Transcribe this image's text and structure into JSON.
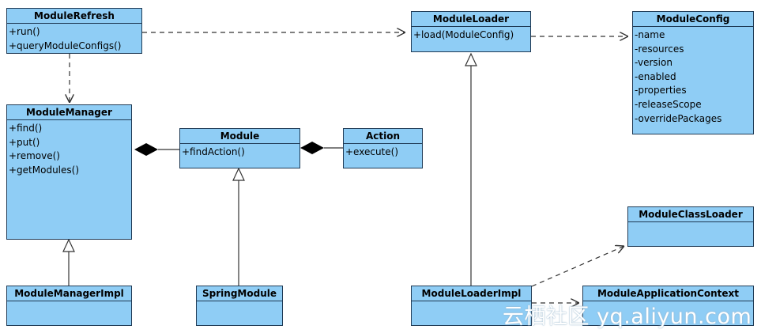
{
  "classes": {
    "module_refresh": {
      "name": "ModuleRefresh",
      "members": [
        "+run()",
        "+queryModuleConfigs()"
      ]
    },
    "module_loader": {
      "name": "ModuleLoader",
      "members": [
        "+load(ModuleConfig)"
      ]
    },
    "module_config": {
      "name": "ModuleConfig",
      "members": [
        "-name",
        "-resources",
        "-version",
        "-enabled",
        "-properties",
        "-releaseScope",
        "-overridePackages"
      ]
    },
    "module_manager": {
      "name": "ModuleManager",
      "members": [
        "+find()",
        "+put()",
        "+remove()",
        "+getModules()"
      ]
    },
    "module": {
      "name": "Module",
      "members": [
        "+findAction()"
      ]
    },
    "action": {
      "name": "Action",
      "members": [
        "+execute()"
      ]
    },
    "module_class_loader": {
      "name": "ModuleClassLoader",
      "members": []
    },
    "module_manager_impl": {
      "name": "ModuleManagerImpl",
      "members": []
    },
    "spring_module": {
      "name": "SpringModule",
      "members": []
    },
    "module_loader_impl": {
      "name": "ModuleLoaderImpl",
      "members": []
    },
    "module_application_context": {
      "name": "ModuleApplicationContext",
      "members": []
    }
  },
  "watermark": "云栖社区 yq.aliyun.com",
  "colors": {
    "class_fill": "#8fcdf5",
    "class_border": "#1f3a55",
    "line": "#333333"
  }
}
